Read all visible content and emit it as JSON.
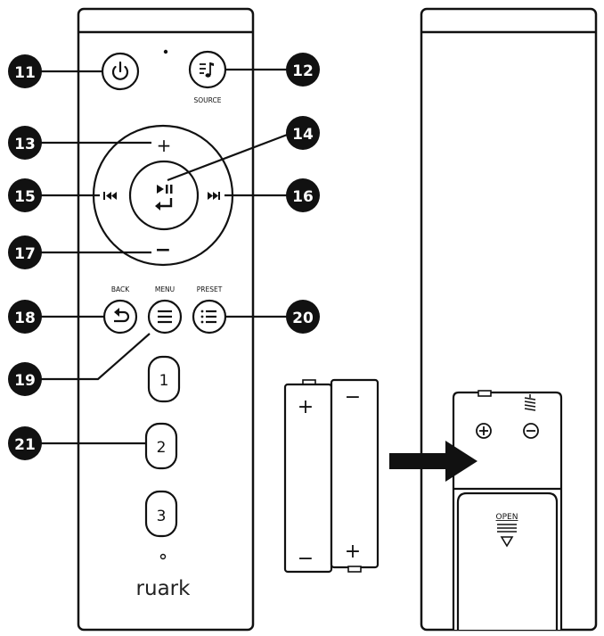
{
  "remote": {
    "brand": "ruark",
    "labels": {
      "source": "SOURCE",
      "back": "BACK",
      "menu": "MENU",
      "preset": "PRESET"
    },
    "presets": [
      "1",
      "2",
      "3"
    ],
    "volume_plus": "+",
    "volume_minus": "−"
  },
  "callouts": [
    "11",
    "12",
    "13",
    "14",
    "15",
    "16",
    "17",
    "18",
    "19",
    "20",
    "21"
  ],
  "battery_compartment": {
    "open_label": "OPEN",
    "plus_symbol": "+",
    "minus_symbol": "−"
  },
  "batteries": {
    "left_top": "+",
    "left_bottom": "−",
    "right_top": "−",
    "right_bottom": "+"
  },
  "icons": {
    "power": "power-icon",
    "source": "music-note-icon",
    "play_pause": "play-pause-enter-icon",
    "prev": "skip-back-icon",
    "next": "skip-forward-icon",
    "back": "return-arrow-icon",
    "menu": "menu-lines-icon",
    "preset": "list-icon",
    "insert_arrow": "right-arrow-icon"
  },
  "colors": {
    "ink": "#111111",
    "badge": "#111111",
    "badge_text": "#ffffff",
    "paper": "#ffffff"
  }
}
